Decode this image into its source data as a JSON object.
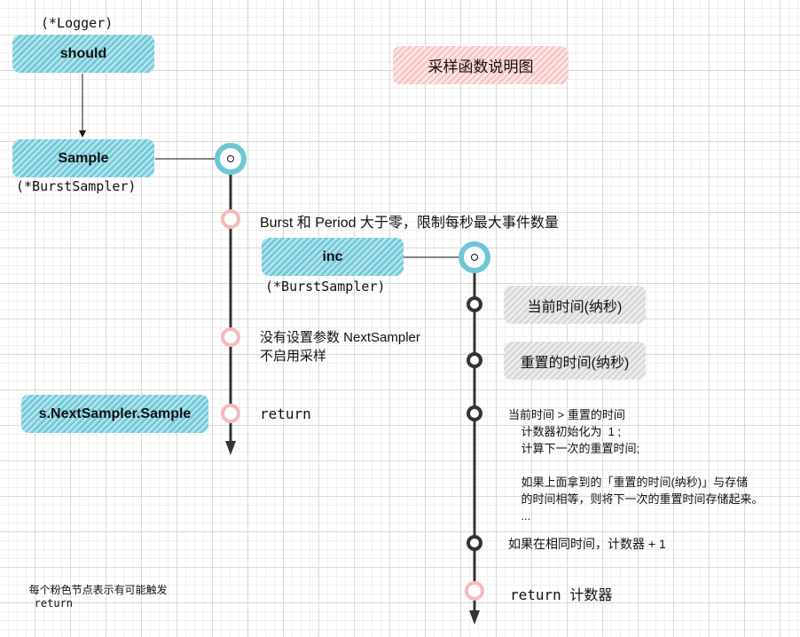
{
  "title": "采样函数说明图",
  "logger_type": "(*Logger)",
  "should_label": "should",
  "sample_label": "Sample",
  "sample_type": "(*BurstSampler)",
  "burst_note": "Burst 和 Period 大于零，限制每秒最大事件数量",
  "inc_label": "inc",
  "inc_type": "(*BurstSampler)",
  "current_time_label": "当前时间(纳秒)",
  "reset_time_label": "重置的时间(纳秒)",
  "no_sampler_line1": "没有设置参数 NextSampler",
  "no_sampler_line2": "不启用采样",
  "next_sample_label": "s.NextSampler.Sample",
  "return_label": "return",
  "compare_note": "当前时间 > 重置的时间\n    计数器初始化为  1 ;\n    计算下一次的重置时间;\n\n    如果上面拿到的「重置的时间(纳秒)」与存储\n    的时间相等，则将下一次的重置时间存储起来。\n    ...",
  "same_time_note": "如果在相同时间，计数器 + 1",
  "return_counter_label": "return 计数器",
  "legend_text": "每个粉色节点表示有可能触发",
  "legend_code": "return",
  "colors": {
    "teal": "#6ec6d6",
    "pink_node": "#f7b9b9",
    "dark_node": "#333333",
    "title_bg": "#fbd6d6",
    "gray_box": "#e0e0e0"
  }
}
